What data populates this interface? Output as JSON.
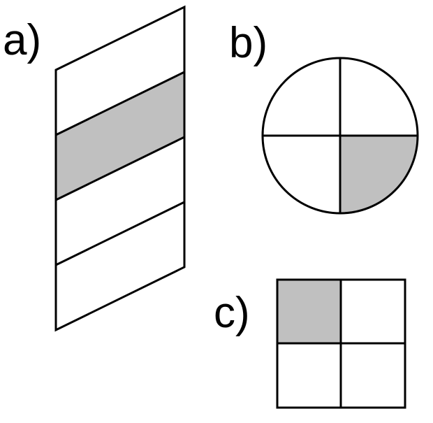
{
  "colors": {
    "shaded": "#c0c0c0",
    "unshaded": "#ffffff",
    "stroke": "#000000"
  },
  "figures": {
    "a": {
      "label": "a)",
      "shape": "parallelogram",
      "parts": 4,
      "shaded_parts": [
        1
      ]
    },
    "b": {
      "label": "b)",
      "shape": "circle",
      "parts": 4,
      "shaded_parts": [
        "bottom-right"
      ]
    },
    "c": {
      "label": "c)",
      "shape": "square",
      "parts": 4,
      "shaded_parts": [
        "top-left"
      ]
    }
  }
}
